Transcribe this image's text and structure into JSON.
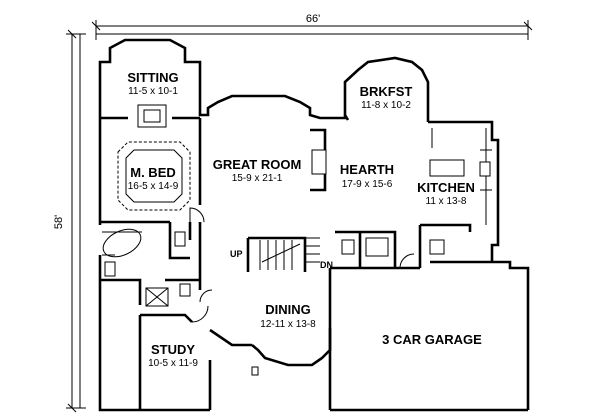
{
  "dimensions": {
    "width_label": "66'",
    "depth_label": "58'"
  },
  "rooms": [
    {
      "id": "sitting",
      "name": "SITTING",
      "size": "11-5 x 10-1"
    },
    {
      "id": "m-bed",
      "name": "M. BED",
      "size": "16-5 x 14-9"
    },
    {
      "id": "great-room",
      "name": "GREAT ROOM",
      "size": "15-9 x 21-1"
    },
    {
      "id": "hearth",
      "name": "HEARTH",
      "size": "17-9 x 15-6"
    },
    {
      "id": "brkfst",
      "name": "BRKFST",
      "size": "11-8 x 10-2"
    },
    {
      "id": "kitchen",
      "name": "KITCHEN",
      "size": "11 x 13-8"
    },
    {
      "id": "dining",
      "name": "DINING",
      "size": "12-11 x 13-8"
    },
    {
      "id": "study",
      "name": "STUDY",
      "size": "10-5 x 11-9"
    },
    {
      "id": "garage",
      "name": "3 CAR GARAGE",
      "size": ""
    }
  ],
  "stairs": {
    "up_label": "UP",
    "down_label": "DN"
  }
}
